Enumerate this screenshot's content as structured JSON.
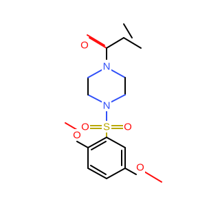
{
  "molecule": {
    "atoms": {
      "o_carbonyl": {
        "symbol": "O",
        "color": "#ff0d0d"
      },
      "n_top": {
        "symbol": "N",
        "color": "#3050f8"
      },
      "n_bottom": {
        "symbol": "N",
        "color": "#3050f8"
      },
      "s": {
        "symbol": "S",
        "color": "#b8a800"
      },
      "o_sulfonyl_left": {
        "symbol": "O",
        "color": "#ff0d0d"
      },
      "o_sulfonyl_right": {
        "symbol": "O",
        "color": "#ff0d0d"
      },
      "o_methoxy_2": {
        "symbol": "O",
        "color": "#ff0d0d"
      },
      "o_methoxy_5": {
        "symbol": "O",
        "color": "#ff0d0d"
      }
    },
    "bond_color": "#000000"
  }
}
